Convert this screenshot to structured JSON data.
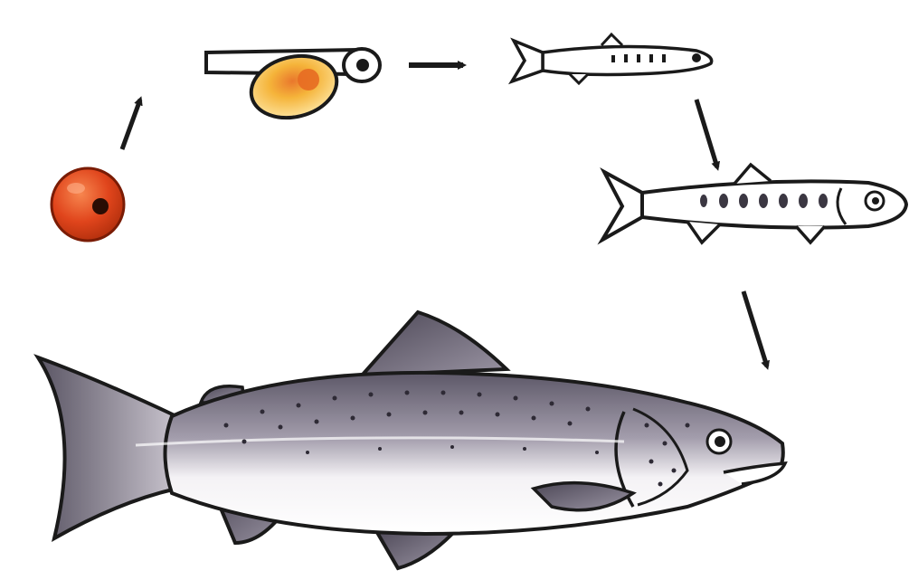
{
  "diagram": {
    "stages": [
      {
        "id": "egg",
        "icon": "egg-icon"
      },
      {
        "id": "alevin",
        "icon": "alevin-icon"
      },
      {
        "id": "fry",
        "icon": "fry-icon"
      },
      {
        "id": "parr",
        "icon": "parr-icon"
      },
      {
        "id": "adult",
        "icon": "adult-salmon-icon"
      }
    ],
    "arrows": [
      {
        "from": "egg",
        "to": "alevin"
      },
      {
        "from": "alevin",
        "to": "fry"
      },
      {
        "from": "fry",
        "to": "parr"
      },
      {
        "from": "parr",
        "to": "adult"
      }
    ],
    "colors": {
      "outline": "#1a1a1a",
      "egg": "#e0451c",
      "yolk": "#f5b43a",
      "body_dark": "#6e6877",
      "body_light": "#f4f2f5"
    }
  }
}
